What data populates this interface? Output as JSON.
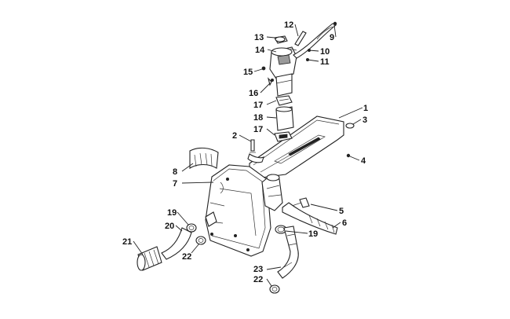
{
  "callouts": [
    {
      "id": "c1",
      "label": "1"
    },
    {
      "id": "c2",
      "label": "2"
    },
    {
      "id": "c3",
      "label": "3"
    },
    {
      "id": "c4",
      "label": "4"
    },
    {
      "id": "c5",
      "label": "5"
    },
    {
      "id": "c6",
      "label": "6"
    },
    {
      "id": "c7",
      "label": "7"
    },
    {
      "id": "c8",
      "label": "8"
    },
    {
      "id": "c9",
      "label": "9"
    },
    {
      "id": "c10",
      "label": "10"
    },
    {
      "id": "c11",
      "label": "11"
    },
    {
      "id": "c12",
      "label": "12"
    },
    {
      "id": "c13",
      "label": "13"
    },
    {
      "id": "c14",
      "label": "14"
    },
    {
      "id": "c15",
      "label": "15"
    },
    {
      "id": "c16",
      "label": "16"
    },
    {
      "id": "c17a",
      "label": "17"
    },
    {
      "id": "c17b",
      "label": "17"
    },
    {
      "id": "c18",
      "label": "18"
    },
    {
      "id": "c19a",
      "label": "19"
    },
    {
      "id": "c19b",
      "label": "19"
    },
    {
      "id": "c20",
      "label": "20"
    },
    {
      "id": "c21",
      "label": "21"
    },
    {
      "id": "c22a",
      "label": "22"
    },
    {
      "id": "c22b",
      "label": "22"
    },
    {
      "id": "c23",
      "label": "23"
    }
  ]
}
